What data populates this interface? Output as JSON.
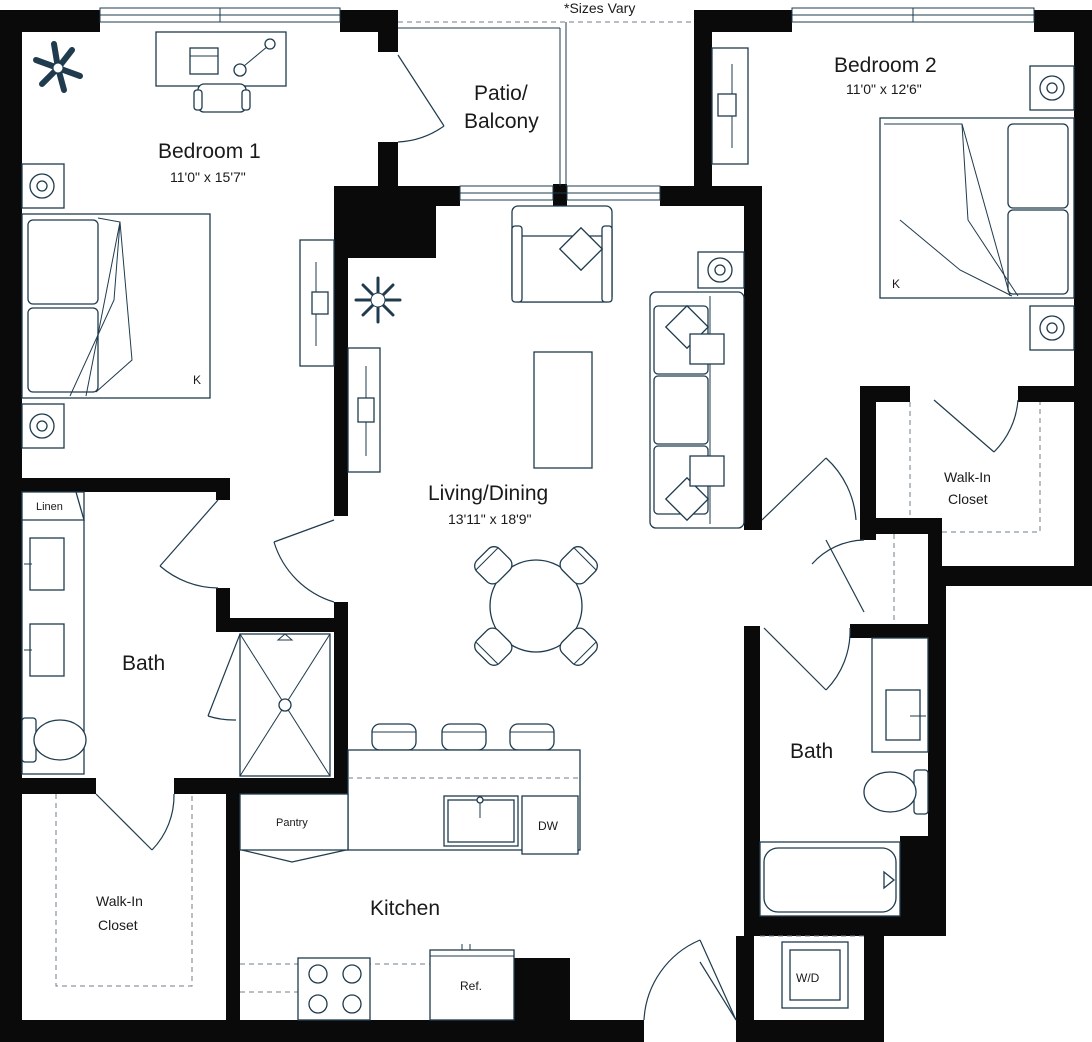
{
  "note": "*Sizes Vary",
  "rooms": {
    "bedroom1": {
      "name": "Bedroom 1",
      "dims": "11'0\" x 15'7\""
    },
    "bedroom2": {
      "name": "Bedroom 2",
      "dims": "11'0\" x 12'6\""
    },
    "patio": {
      "line1": "Patio/",
      "line2": "Balcony"
    },
    "living": {
      "name": "Living/Dining",
      "dims": "13'11\" x 18'9\""
    },
    "bath1": {
      "name": "Bath"
    },
    "bath2": {
      "name": "Bath"
    },
    "kitchen": {
      "name": "Kitchen"
    },
    "closet1": {
      "line1": "Walk-In",
      "line2": "Closet"
    },
    "closet2": {
      "line1": "Walk-In",
      "line2": "Closet"
    }
  },
  "fixtures": {
    "linen": "Linen",
    "pantry": "Pantry",
    "dw": "DW",
    "ref": "Ref.",
    "wd": "W/D",
    "bed1_size": "K",
    "bed2_size": "K"
  },
  "colors": {
    "wall": "#0a0a0a",
    "fixture_stroke": "#1f3b4d"
  }
}
